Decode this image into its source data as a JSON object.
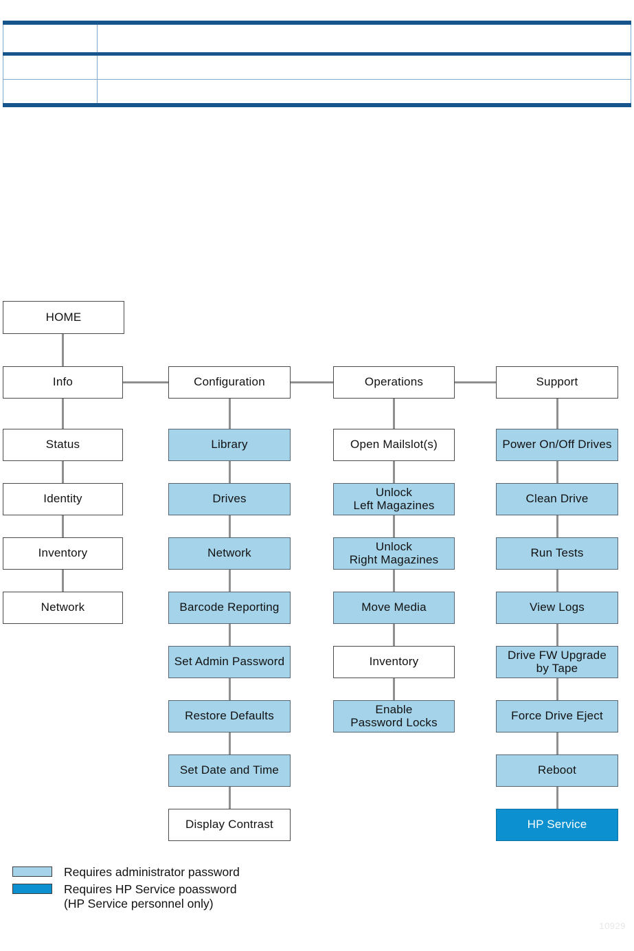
{
  "document": {
    "figure_number": "10929"
  },
  "top_table": {
    "rows": [
      {
        "cells": [
          "",
          ""
        ]
      },
      {
        "cells": [
          "",
          ""
        ]
      },
      {
        "cells": [
          "",
          ""
        ]
      }
    ]
  },
  "flowchart": {
    "root": {
      "label": "HOME"
    },
    "columns": [
      {
        "header": "Info",
        "header_access": "none",
        "items": [
          {
            "label": "Status",
            "access": "none"
          },
          {
            "label": "Identity",
            "access": "none"
          },
          {
            "label": "Inventory",
            "access": "none"
          },
          {
            "label": "Network",
            "access": "none"
          }
        ]
      },
      {
        "header": "Configuration",
        "header_access": "none",
        "items": [
          {
            "label": "Library",
            "access": "admin"
          },
          {
            "label": "Drives",
            "access": "admin"
          },
          {
            "label": "Network",
            "access": "admin"
          },
          {
            "label": "Barcode Reporting",
            "access": "admin"
          },
          {
            "label": "Set Admin Password",
            "access": "admin"
          },
          {
            "label": "Restore Defaults",
            "access": "admin"
          },
          {
            "label": "Set Date and Time",
            "access": "admin"
          },
          {
            "label": "Display Contrast",
            "access": "none"
          }
        ]
      },
      {
        "header": "Operations",
        "header_access": "none",
        "items": [
          {
            "label": "Open Mailslot(s)",
            "access": "none"
          },
          {
            "label": "Unlock\nLeft Magazines",
            "access": "admin"
          },
          {
            "label": "Unlock\nRight Magazines",
            "access": "admin"
          },
          {
            "label": "Move Media",
            "access": "admin"
          },
          {
            "label": "Inventory",
            "access": "none"
          },
          {
            "label": "Enable\nPassword Locks",
            "access": "admin"
          }
        ]
      },
      {
        "header": "Support",
        "header_access": "none",
        "items": [
          {
            "label": "Power On/Off Drives",
            "access": "admin"
          },
          {
            "label": "Clean Drive",
            "access": "admin"
          },
          {
            "label": "Run Tests",
            "access": "admin"
          },
          {
            "label": "View Logs",
            "access": "admin"
          },
          {
            "label": "Drive FW Upgrade\nby Tape",
            "access": "admin"
          },
          {
            "label": "Force Drive Eject",
            "access": "admin"
          },
          {
            "label": "Reboot",
            "access": "admin"
          },
          {
            "label": "HP Service",
            "access": "service"
          }
        ]
      }
    ]
  },
  "legend": {
    "items": [
      {
        "swatch": "admin",
        "text": "Requires administrator password"
      },
      {
        "swatch": "service",
        "text": "Requires HP Service poassword\n(HP Service personnel only)"
      }
    ]
  },
  "colors": {
    "admin_fill": "#a5d4ea",
    "service_fill": "#0c90cf",
    "node_border": "#4a4a4a",
    "connector": "#8f8f8f",
    "table_rule_dark": "#15558c",
    "table_rule_light": "#7fa8cc"
  }
}
